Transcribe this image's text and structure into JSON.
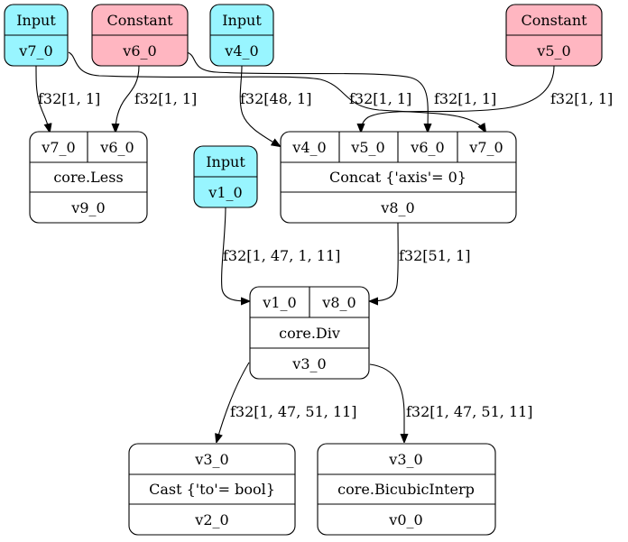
{
  "colors": {
    "input_fill": "#98f5ff",
    "constant_fill": "#ffb6c1",
    "op_fill": "#ffffff",
    "stroke": "#000000"
  },
  "sources": [
    {
      "id": "src_v7_0",
      "kind": "Input",
      "name": "v7_0"
    },
    {
      "id": "src_v6_0",
      "kind": "Constant",
      "name": "v6_0"
    },
    {
      "id": "src_v4_0",
      "kind": "Input",
      "name": "v4_0"
    },
    {
      "id": "src_v5_0",
      "kind": "Constant",
      "name": "v5_0"
    },
    {
      "id": "src_v1_0",
      "kind": "Input",
      "name": "v1_0"
    }
  ],
  "ops": [
    {
      "id": "less",
      "inputs": [
        "v7_0",
        "v6_0"
      ],
      "op": "core.Less",
      "output": "v9_0"
    },
    {
      "id": "concat",
      "inputs": [
        "v4_0",
        "v5_0",
        "v6_0",
        "v7_0"
      ],
      "op": "Concat {'axis'= 0}",
      "output": "v8_0"
    },
    {
      "id": "div",
      "inputs": [
        "v1_0",
        "v8_0"
      ],
      "op": "core.Div",
      "output": "v3_0"
    },
    {
      "id": "cast",
      "inputs": [
        "v3_0"
      ],
      "op": "Cast {'to'= bool}",
      "output": "v2_0"
    },
    {
      "id": "bicubic",
      "inputs": [
        "v3_0"
      ],
      "op": "core.BicubicInterp",
      "output": "v0_0"
    }
  ],
  "edges": [
    {
      "id": "e1",
      "label": "f32[1, 1]"
    },
    {
      "id": "e2",
      "label": "f32[1, 1]"
    },
    {
      "id": "e3",
      "label": "f32[48, 1]"
    },
    {
      "id": "e4",
      "label": "f32[1, 1]"
    },
    {
      "id": "e5",
      "label": "f32[1, 1]"
    },
    {
      "id": "e6",
      "label": "f32[1, 1]"
    },
    {
      "id": "e7",
      "label": "f32[1, 47, 1, 11]"
    },
    {
      "id": "e8",
      "label": "f32[51, 1]"
    },
    {
      "id": "e9",
      "label": "f32[1, 47, 51, 11]"
    },
    {
      "id": "e10",
      "label": "f32[1, 47, 51, 11]"
    }
  ]
}
